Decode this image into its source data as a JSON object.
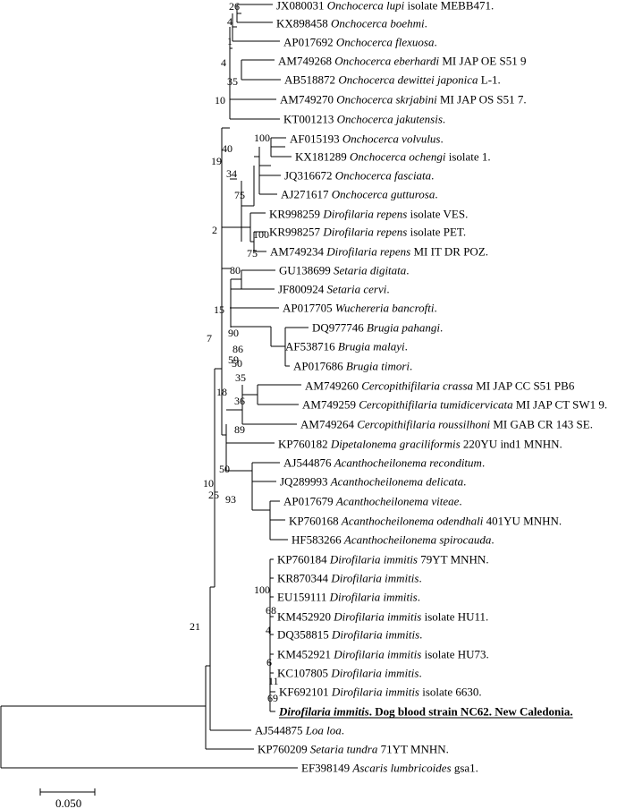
{
  "leaves": [
    {
      "acc": "JX080031",
      "sp": "Onchocerca lupi",
      "rest": " isolate MEBB471."
    },
    {
      "acc": "KX898458",
      "sp": "Onchocerca boehmi",
      "rest": "."
    },
    {
      "acc": "AP017692",
      "sp": "Onchocerca flexuosa",
      "rest": "."
    },
    {
      "acc": "AM749268",
      "sp": "Onchocerca eberhardi",
      "rest": " MI JAP OE S51 9"
    },
    {
      "acc": "AB518872",
      "sp": "Onchocerca dewittei japonica",
      "rest": " L-1."
    },
    {
      "acc": "AM749270",
      "sp": "Onchocerca skrjabini",
      "rest": " MI JAP OS S51 7."
    },
    {
      "acc": "KT001213",
      "sp": "Onchocerca jakutensis",
      "rest": "."
    },
    {
      "acc": "AF015193",
      "sp": "Onchocerca volvulus",
      "rest": "."
    },
    {
      "acc": "KX181289",
      "sp": "Onchocerca ochengi",
      "rest": " isolate 1."
    },
    {
      "acc": "JQ316672",
      "sp": "Onchocerca fasciata",
      "rest": "."
    },
    {
      "acc": "AJ271617",
      "sp": "Onchocerca gutturosa",
      "rest": "."
    },
    {
      "acc": "KR998259",
      "sp": "Dirofilaria repens",
      "rest": " isolate VES."
    },
    {
      "acc": "KR998257",
      "sp": "Dirofilaria repens",
      "rest": " isolate PET."
    },
    {
      "acc": "AM749234",
      "sp": "Dirofilaria repens",
      "rest": " MI IT DR POZ."
    },
    {
      "acc": "GU138699",
      "sp": "Setaria digitata",
      "rest": "."
    },
    {
      "acc": "JF800924",
      "sp": "Setaria cervi",
      "rest": "."
    },
    {
      "acc": "AP017705",
      "sp": "Wuchereria bancrofti",
      "rest": "."
    },
    {
      "acc": "DQ977746",
      "sp": "Brugia pahangi",
      "rest": "."
    },
    {
      "acc": "AF538716",
      "sp": "Brugia malayi",
      "rest": "."
    },
    {
      "acc": "AP017686",
      "sp": "Brugia timori",
      "rest": "."
    },
    {
      "acc": "AM749260",
      "sp": "Cercopithifilaria crassa",
      "rest": " MI JAP CC S51 PB6"
    },
    {
      "acc": "AM749259",
      "sp": "Cercopithifilaria tumidicervicata",
      "rest": " MI JAP CT SW1 9."
    },
    {
      "acc": "AM749264",
      "sp": "Cercopithifilaria roussilhoni",
      "rest": " MI GAB CR 143 SE."
    },
    {
      "acc": "KP760182",
      "sp": "Dipetalonema graciliformis",
      "rest": " 220YU ind1 MNHN."
    },
    {
      "acc": "AJ544876",
      "sp": "Acanthocheilonema reconditum",
      "rest": "."
    },
    {
      "acc": "JQ289993",
      "sp": "Acanthocheilonema delicata",
      "rest": "."
    },
    {
      "acc": "AP017679",
      "sp": "Acanthocheilonema viteae",
      "rest": "."
    },
    {
      "acc": "KP760168",
      "sp": "Acanthocheilonema odendhali",
      "rest": " 401YU MNHN."
    },
    {
      "acc": "HF583266",
      "sp": "Acanthocheilonema spirocauda",
      "rest": "."
    },
    {
      "acc": "KP760184",
      "sp": "Dirofilaria immitis",
      "rest": " 79YT MNHN."
    },
    {
      "acc": "KR870344",
      "sp": "Dirofilaria immitis",
      "rest": "."
    },
    {
      "acc": "EU159111",
      "sp": "Dirofilaria immitis",
      "rest": "."
    },
    {
      "acc": "KM452920",
      "sp": "Dirofilaria immitis",
      "rest": " isolate HU11."
    },
    {
      "acc": "DQ358815",
      "sp": "Dirofilaria immitis",
      "rest": "."
    },
    {
      "acc": "KM452921",
      "sp": "Dirofilaria immitis",
      "rest": " isolate HU73."
    },
    {
      "acc": "KC107805",
      "sp": "Dirofilaria immitis",
      "rest": "."
    },
    {
      "acc": "KF692101",
      "sp": "Dirofilaria immitis",
      "rest": " isolate 6630."
    },
    {
      "acc": "",
      "sp": "Dirofilaria immitis",
      "rest": ". Dog blood strain NC62. New Caledonia.",
      "highlight": true
    },
    {
      "acc": "AJ544875",
      "sp": "Loa loa",
      "rest": "."
    },
    {
      "acc": "KP760209",
      "sp": "Setaria tundra",
      "rest": " 71YT MNHN."
    },
    {
      "acc": "EF398149",
      "sp": "Ascaris lumbricoides",
      "rest": " gsa1."
    }
  ],
  "bootstrap": [
    "26",
    "4",
    "1",
    "4",
    "35",
    "10",
    "40",
    "100",
    "34",
    "75",
    "19",
    "100",
    "75",
    "2",
    "80",
    "15",
    "90",
    "86",
    "50",
    "7",
    "59",
    "35",
    "18",
    "36",
    "89",
    "50",
    "93",
    "25",
    "10",
    "100",
    "68",
    "4",
    "6",
    "11",
    "69",
    "21"
  ],
  "scale_label": "0.050"
}
